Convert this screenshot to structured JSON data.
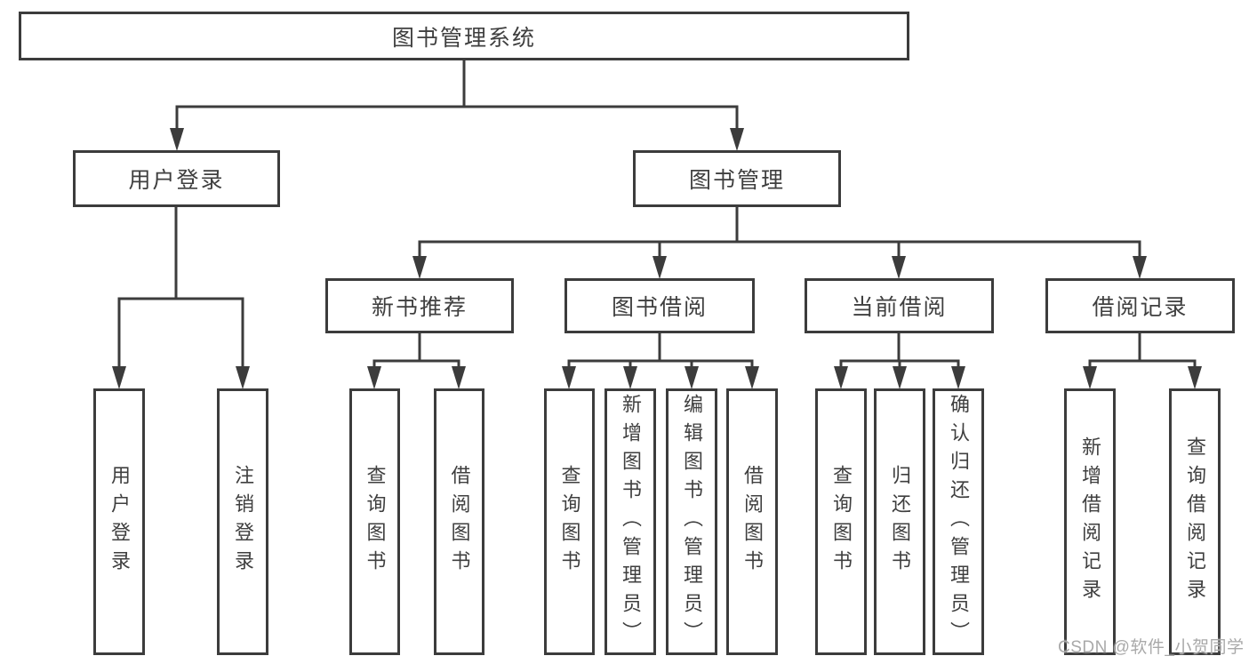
{
  "tree": {
    "root": "图书管理系统",
    "level2": [
      "用户登录",
      "图书管理"
    ],
    "level3": [
      "新书推荐",
      "图书借阅",
      "当前借阅",
      "借阅记录"
    ],
    "leaves_login": [
      "用户登录",
      "注销登录"
    ],
    "leaves_recommend": [
      "查询图书",
      "借阅图书"
    ],
    "leaves_borrow": [
      "查询图书",
      "新增图书（管理员）",
      "编辑图书（管理员）",
      "借阅图书"
    ],
    "leaves_current": [
      "查询图书",
      "归还图书",
      "确认归还（管理员）"
    ],
    "leaves_records": [
      "新增借阅记录",
      "查询借阅记录"
    ]
  },
  "watermark": "CSDN @软件_小贺同学",
  "colors": {
    "line": "#3c3c3c",
    "box_border": "#3c3c3c",
    "text": "#3f3f3f",
    "background": "#ffffff",
    "watermark": "#a9a9a9"
  }
}
